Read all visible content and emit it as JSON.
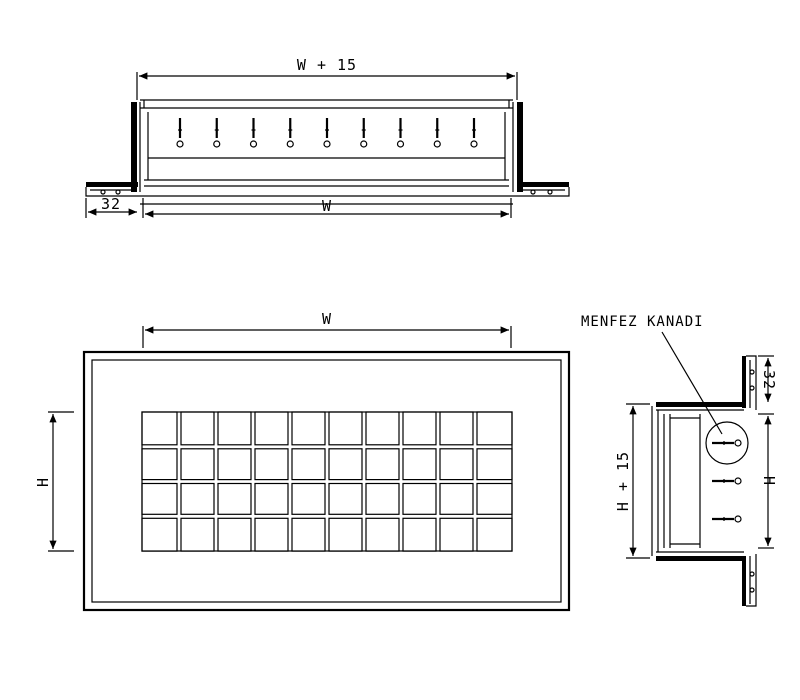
{
  "top_view": {
    "dim_outer": "W + 15",
    "dim_inner": "W",
    "dim_flange": "32"
  },
  "front_view": {
    "dim_width": "W",
    "dim_height": "H",
    "grid_rows": 4,
    "grid_cols": 10
  },
  "side_view": {
    "label": "MENFEZ KANADI",
    "dim_outer": "H + 15",
    "dim_inner": "H",
    "dim_flange": "32"
  },
  "colors": {
    "line": "#000000",
    "background": "#ffffff"
  }
}
